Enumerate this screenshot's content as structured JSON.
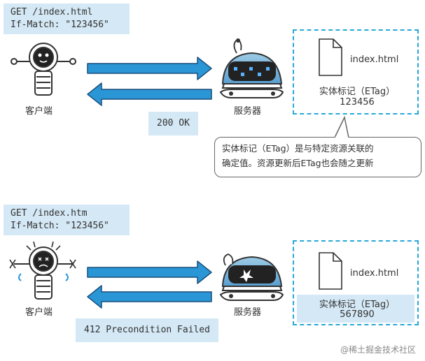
{
  "scenario1": {
    "request_line1": "GET /index.html",
    "request_line2": "If-Match: \"123456\"",
    "client_label": "客户端",
    "server_label": "服务器",
    "response": "200 OK",
    "file_name": "index.html",
    "etag_label": "实体标记（ETag）",
    "etag_value": "123456",
    "callout_line1": "实体标记（ETag）是与特定资源关联的",
    "callout_line2": "确定值。资源更新后ETag也会随之更新"
  },
  "scenario2": {
    "request_line1": "GET /index.htm",
    "request_line2": "If-Match: \"123456\"",
    "client_label": "客户端",
    "server_label": "服务器",
    "response": "412 Precondition Failed",
    "file_name": "index.html",
    "etag_label": "实体标记（ETag）",
    "etag_value": "567890"
  },
  "watermark": "@稀土掘金技术社区",
  "colors": {
    "arrow_fill": "#2a96d6",
    "arrow_stroke": "#1a4f7a",
    "highlight": "#d4e8f5",
    "dashed_border": "#28a8d8"
  }
}
